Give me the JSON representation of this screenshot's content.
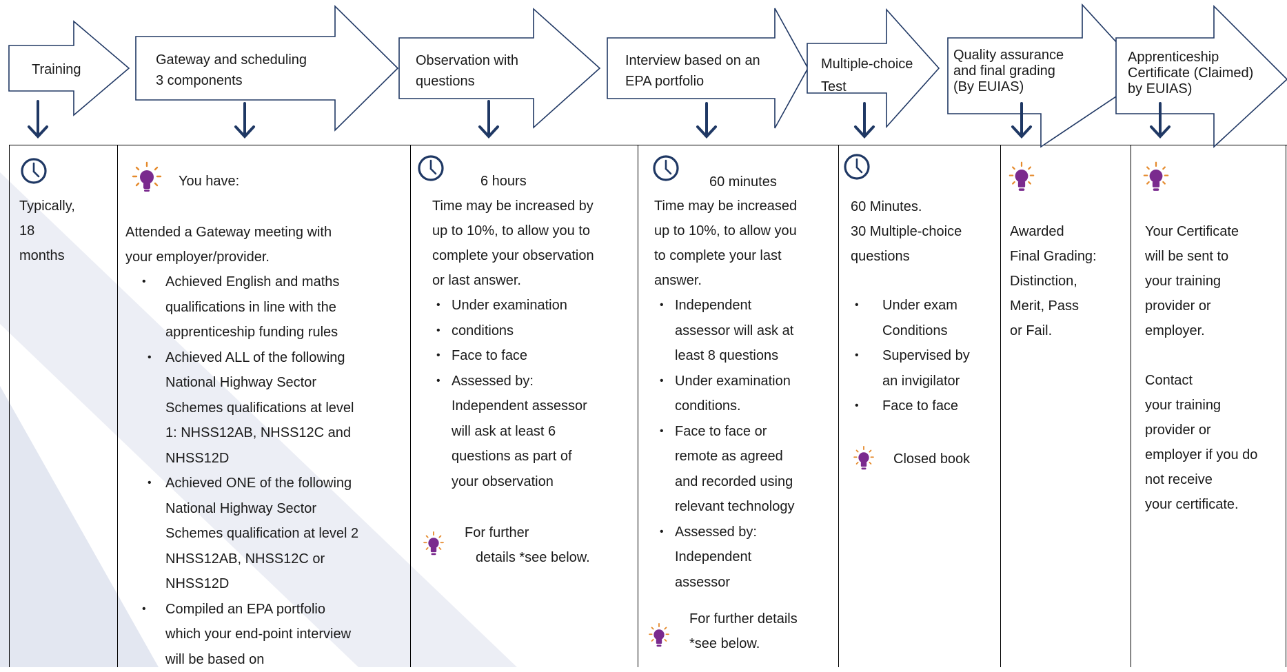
{
  "stages": [
    {
      "lines": [
        "Training"
      ]
    },
    {
      "lines": [
        "Gateway and scheduling",
        "3 components"
      ]
    },
    {
      "lines": [
        "Observation with",
        "questions"
      ]
    },
    {
      "lines": [
        "Interview based on an",
        "EPA portfolio"
      ]
    },
    {
      "lines": [
        "Multiple-choice",
        "Test"
      ]
    },
    {
      "lines": [
        "Quality assurance",
        "and final grading",
        "(By EUIAS)"
      ]
    },
    {
      "lines": [
        "Apprenticeship",
        "Certificate (Claimed)",
        "by EUIAS)"
      ]
    }
  ],
  "columns": {
    "training": {
      "lines": [
        "Typically,",
        "18",
        "months"
      ]
    },
    "gateway": {
      "heading": "You have:",
      "intro": [
        "Attended a Gateway meeting with",
        "your employer/provider."
      ],
      "bullets": [
        [
          "Achieved English and maths",
          "qualifications in line with the",
          "apprenticeship funding rules"
        ],
        [
          "Achieved ALL of the following",
          "National Highway Sector",
          "Schemes qualifications at level",
          "1: NHSS12AB, NHSS12C and",
          "NHSS12D"
        ],
        [
          "Achieved ONE of the following",
          "National Highway Sector",
          "Schemes qualification at level 2",
          "NHSS12AB, NHSS12C or",
          "NHSS12D"
        ],
        [
          "Compiled an EPA portfolio",
          "which your end-point interview",
          "will be based on"
        ]
      ]
    },
    "observation": {
      "duration": "6 hours",
      "intro": [
        "Time may be increased by",
        "up to 10%, to allow you to",
        "complete your observation",
        "or last answer."
      ],
      "bullets": [
        [
          "Under examination"
        ],
        [
          "conditions"
        ],
        [
          "Face to face"
        ],
        [
          "Assessed by:",
          "Independent assessor",
          "will ask at least 6",
          "questions as part of",
          "your observation"
        ]
      ],
      "note": [
        "For further",
        "details *see below."
      ]
    },
    "interview": {
      "duration": "60 minutes",
      "intro": [
        "Time may be increased",
        "up to 10%, to allow you",
        "to complete your last",
        "answer."
      ],
      "bullets": [
        [
          "Independent",
          "assessor will ask at",
          "least 8 questions"
        ],
        [
          "Under examination",
          "conditions."
        ],
        [
          "Face to face or",
          "remote as agreed",
          "and recorded using",
          "relevant technology"
        ],
        [
          "Assessed by:",
          "Independent",
          "assessor"
        ]
      ],
      "note": [
        "For further details",
        "*see below."
      ]
    },
    "mcq": {
      "intro": [
        "60  Minutes.",
        "30 Multiple-choice",
        "questions"
      ],
      "bullets": [
        [
          "Under exam",
          "Conditions"
        ],
        [
          "Supervised by",
          "an invigilator"
        ],
        [
          "Face to face"
        ]
      ],
      "note": "Closed book"
    },
    "grading": {
      "lines": [
        "Awarded",
        "Final Grading:",
        "Distinction,",
        "Merit, Pass",
        "or Fail."
      ]
    },
    "certificate": {
      "para1": [
        "Your Certificate",
        "will be sent to",
        "your training",
        "provider or",
        "employer."
      ],
      "para2": [
        "Contact",
        "your training",
        "provider or",
        "employer if you do",
        "not receive",
        "your certificate."
      ]
    }
  },
  "bullet_glyph": "•",
  "colors": {
    "arrow_stroke": "#203864",
    "down_arrow": "#1f3864",
    "clock_icon": "#1f3864",
    "bulb_icon": "#7a2a8e",
    "watermark": "#e8ebf3"
  }
}
